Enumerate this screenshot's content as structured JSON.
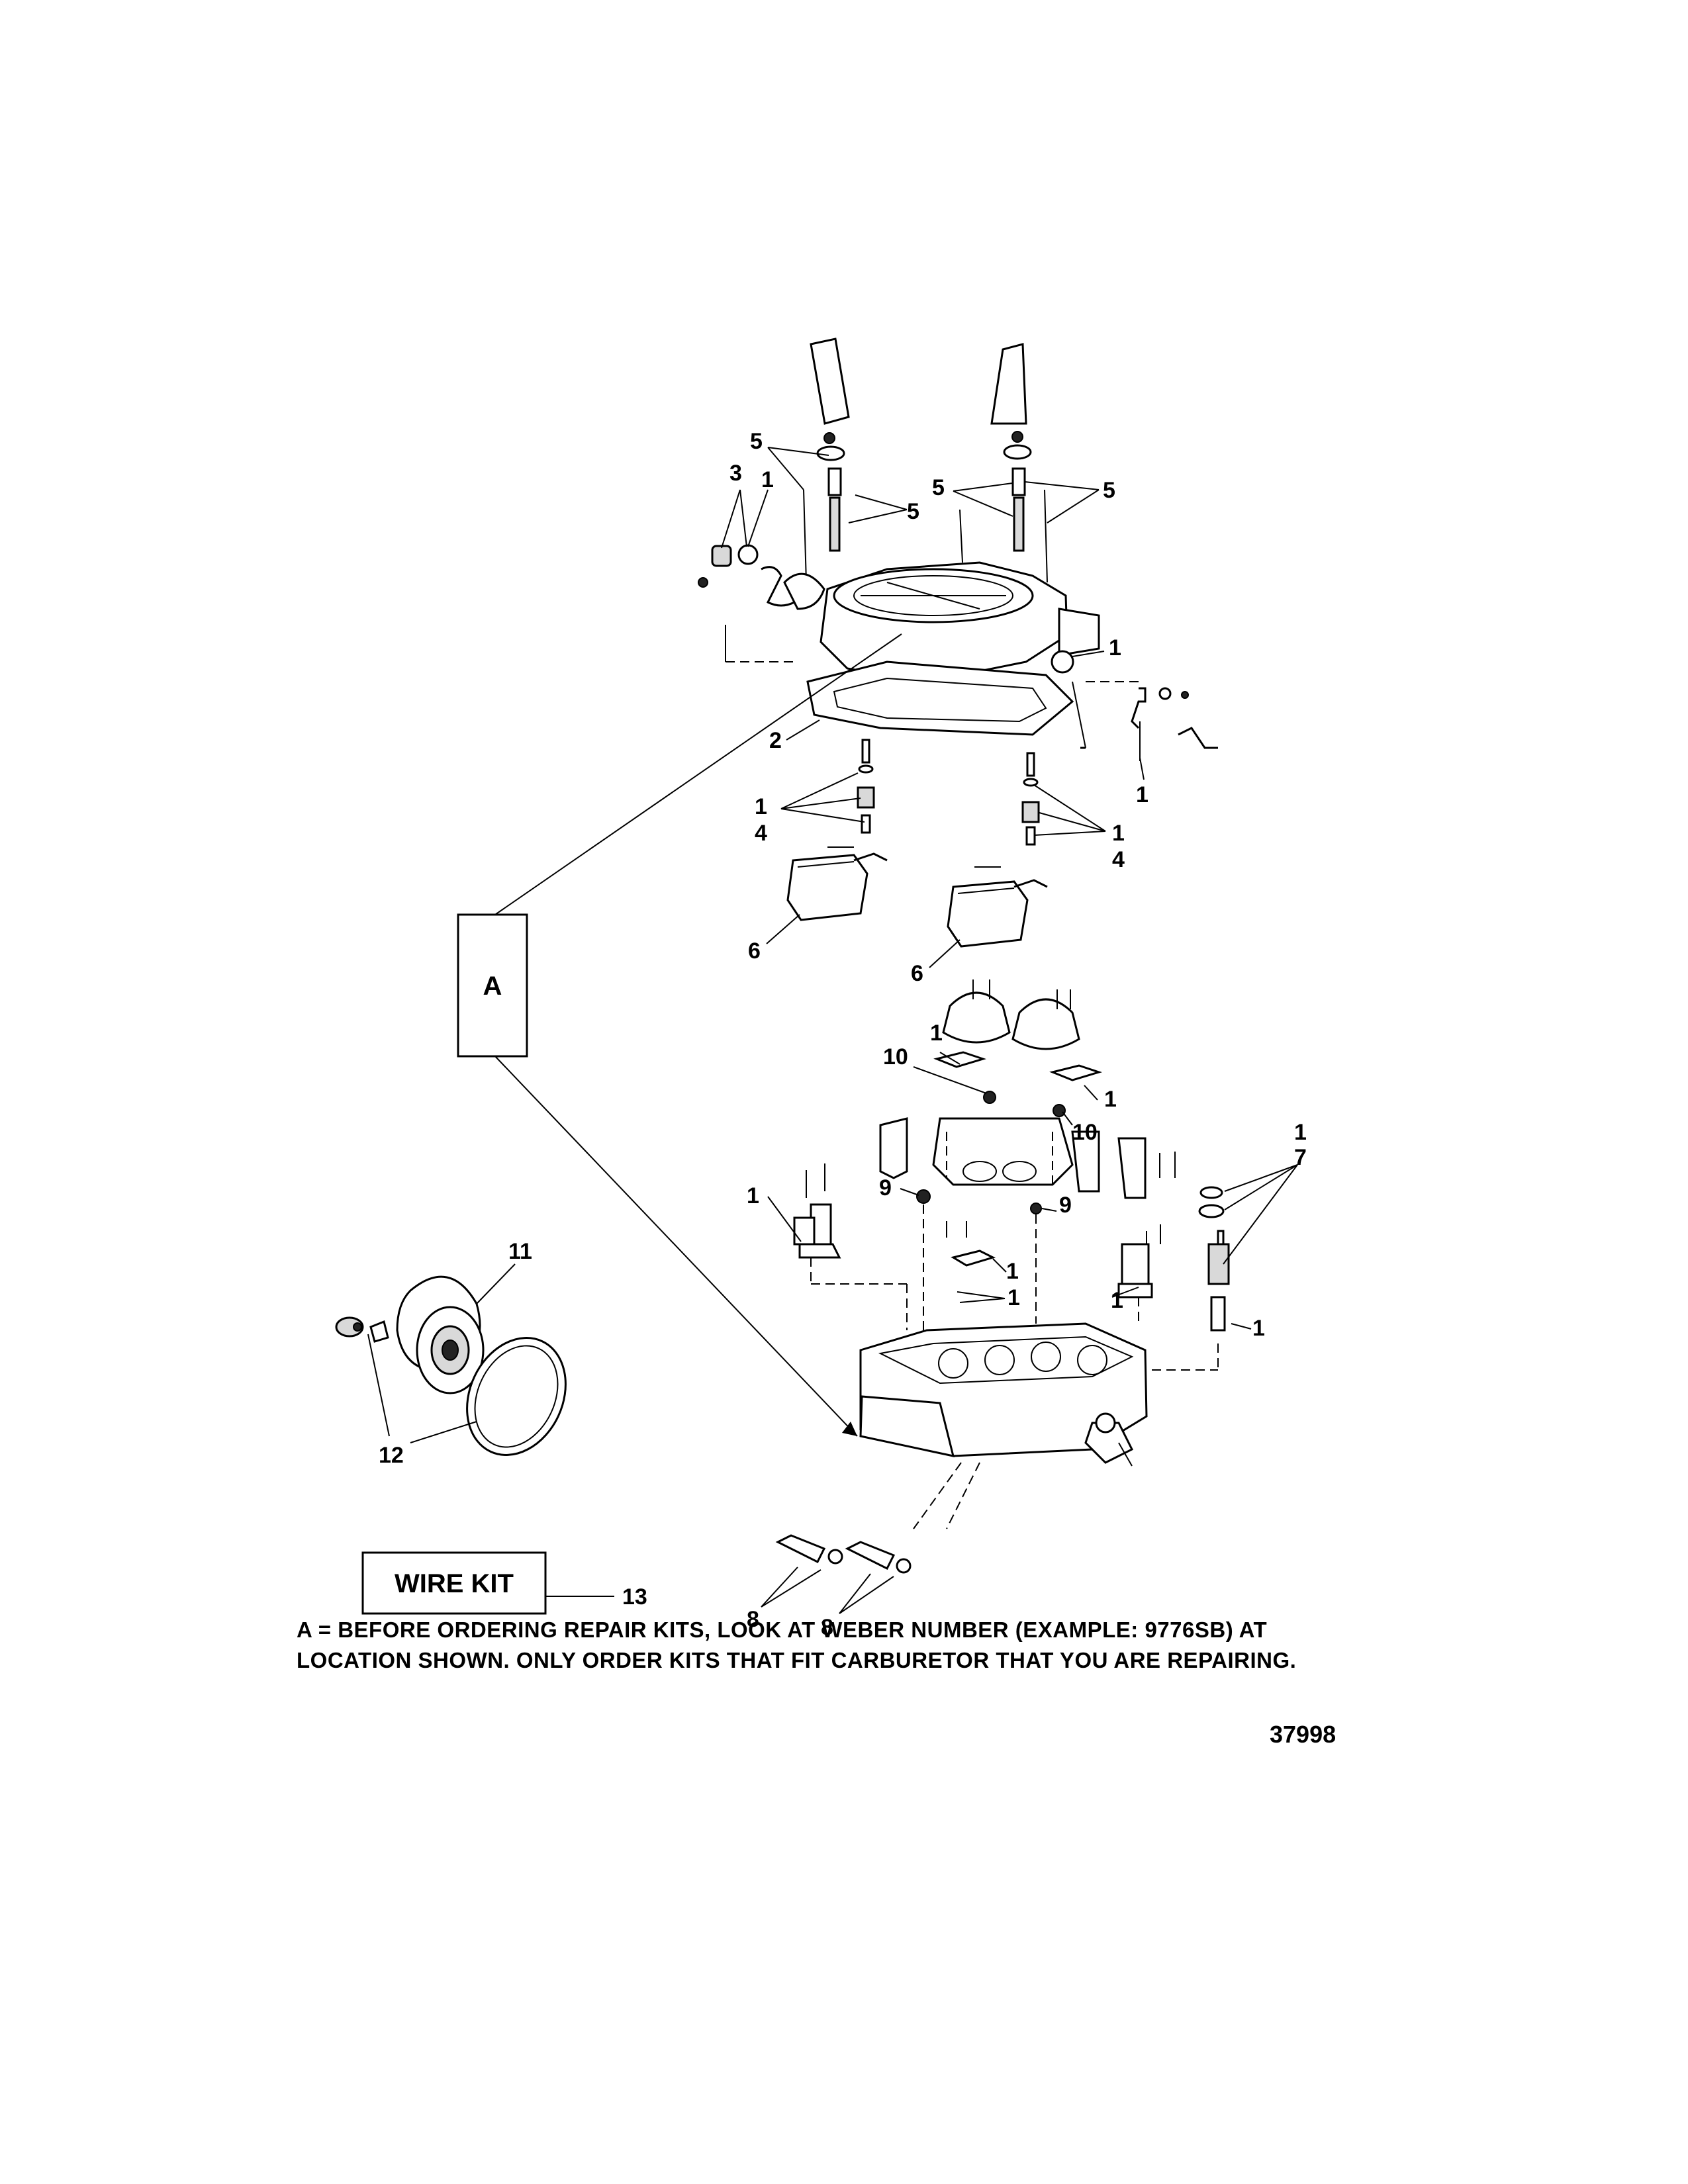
{
  "callouts": {
    "c5a": "5",
    "c3": "3",
    "c1a": "1",
    "c5b": "5",
    "c5c": "5",
    "c5d": "5",
    "c1b": "1",
    "c2": "2",
    "c1c": "1",
    "c1d": "1",
    "c4a": "4",
    "c1e": "1",
    "c4b": "4",
    "c6a": "6",
    "c6b": "6",
    "c1f": "1",
    "c10a": "10",
    "c1g": "1",
    "c10b": "10",
    "c1h": "1",
    "c7": "7",
    "c9a": "9",
    "c9b": "9",
    "c1i": "1",
    "c1j": "1",
    "c1k": "1",
    "c1l": "1",
    "c1m": "1",
    "c11": "11",
    "c12": "12",
    "c13": "13",
    "c8a": "8",
    "c8b": "8"
  },
  "location_box_label": "A",
  "wire_kit_label": "WIRE KIT",
  "note_lines": [
    "A = BEFORE ORDERING REPAIR KITS, LOOK AT WEBER NUMBER (EXAMPLE: 9776SB) AT",
    "LOCATION SHOWN.  ONLY ORDER KITS THAT FIT CARBURETOR THAT YOU ARE REPAIRING."
  ],
  "document_number": "37998"
}
